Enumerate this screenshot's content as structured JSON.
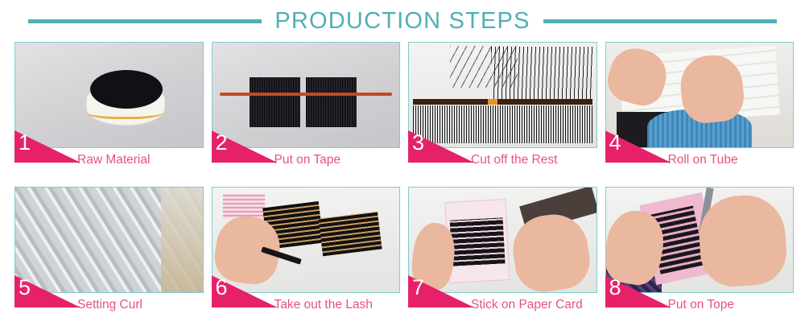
{
  "header": {
    "title": "PRODUCTION STEPS",
    "accent_color": "#4FAFB5",
    "rule_left": "",
    "rule_right": ""
  },
  "theme": {
    "teal": "#4FAFB5",
    "border_teal": "#7FCCCE",
    "badge_pink": "#E6216A",
    "caption_pink": "#E8527D",
    "background": "#FFFFFF"
  },
  "steps": [
    {
      "number": "1",
      "label": "Raw Material",
      "image_alt": "roll-of-black-fiber-photo"
    },
    {
      "number": "2",
      "label": "Put on Tape",
      "image_alt": "lash-strips-on-tape-rod-photo"
    },
    {
      "number": "3",
      "label": "Cut off the Rest",
      "image_alt": "trimming-lash-fibers-photo"
    },
    {
      "number": "4",
      "label": "Roll on Tube",
      "image_alt": "hands-rolling-lashes-on-tube-photo"
    },
    {
      "number": "5",
      "label": "Setting Curl",
      "image_alt": "curling-rods-rack-photo"
    },
    {
      "number": "6",
      "label": "Take out the Lash",
      "image_alt": "hand-removing-lash-from-tray-photo"
    },
    {
      "number": "7",
      "label": "Stick on Paper Card",
      "image_alt": "sticking-lashes-on-paper-card-photo"
    },
    {
      "number": "8",
      "label": "Put on Tope",
      "image_alt": "placing-lash-card-in-package-photo"
    }
  ]
}
